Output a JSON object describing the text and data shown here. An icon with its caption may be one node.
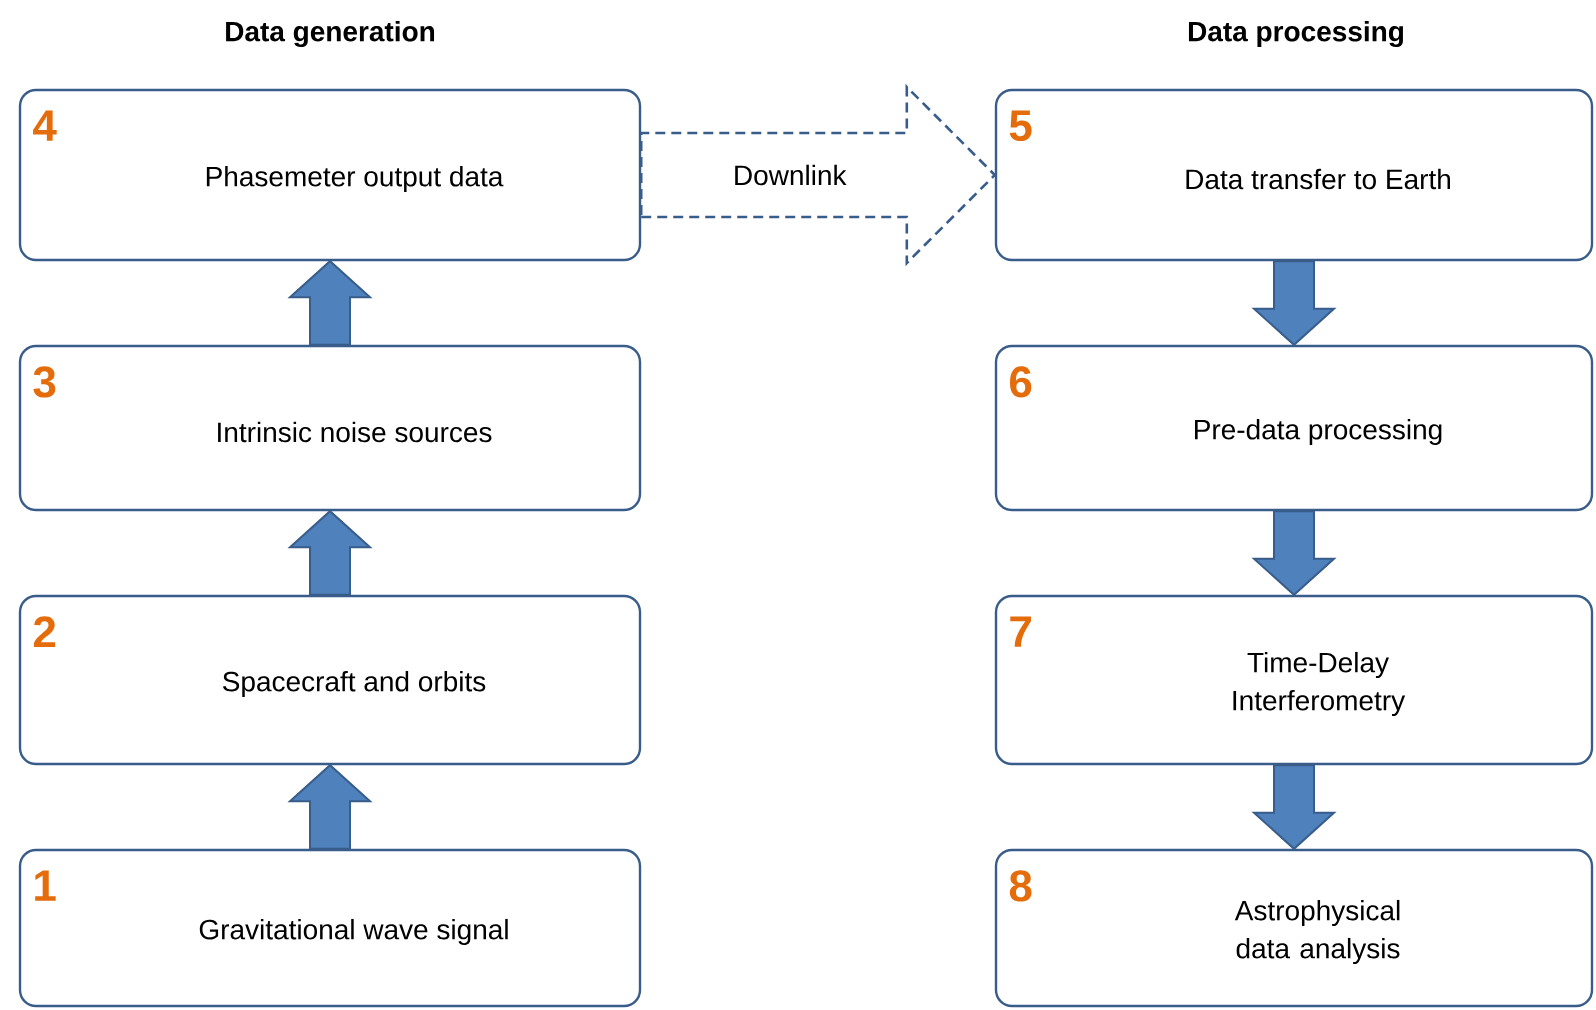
{
  "diagram": {
    "nodes": [
      {
        "text": [
          "1",
          "Gravitational wave signal"
        ]
      },
      {
        "text": [
          "2",
          "Spacecraft and orbits"
        ]
      },
      {
        "text": [
          "3",
          "Intrinsic noise sources"
        ]
      },
      {
        "text": [
          "4",
          "Phasemeter output data"
        ]
      },
      {
        "text": [
          "5",
          "Data transfer to Earth"
        ]
      },
      {
        "text": [
          "6",
          "Pre-data processing"
        ]
      },
      {
        "text": [
          "7",
          "Time-Delay Interferometry"
        ]
      },
      {
        "text": [
          "8",
          "Astrophysical data analysis"
        ]
      }
    ],
    "edges": [
      {
        "from": 0,
        "to": 1,
        "arrow": "to"
      },
      {
        "from": 1,
        "to": 2,
        "arrow": "to"
      },
      {
        "from": 2,
        "to": 3,
        "arrow": "to"
      },
      {
        "from": 3,
        "to": 4,
        "arrow": "to",
        "label": "Downlink",
        "style": "dashed"
      },
      {
        "from": 4,
        "to": 5,
        "arrow": "to"
      },
      {
        "from": 5,
        "to": 6,
        "arrow": "to"
      },
      {
        "from": 6,
        "to": 7,
        "arrow": "to"
      }
    ],
    "labels": [
      "Data generation",
      "Data processing"
    ]
  }
}
